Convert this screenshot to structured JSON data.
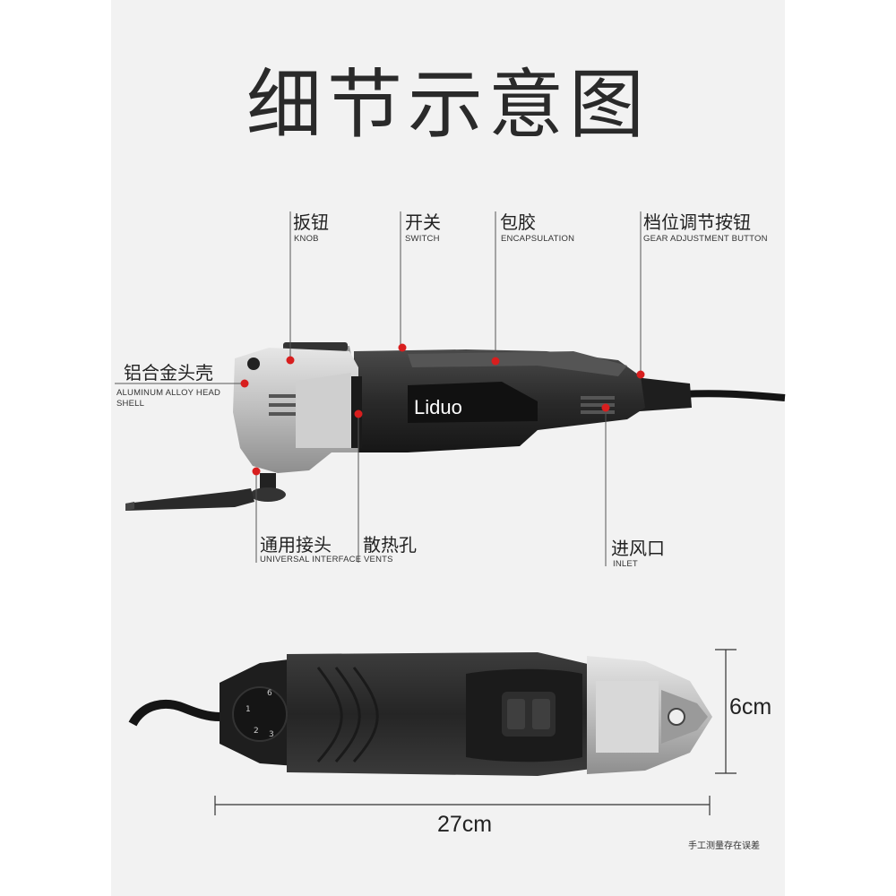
{
  "title": "细节示意图",
  "brand": "Liduo",
  "labels": {
    "knob": {
      "cn": "扳钮",
      "en": "KNOB"
    },
    "switch": {
      "cn": "开关",
      "en": "SWITCH"
    },
    "encapsulation": {
      "cn": "包胶",
      "en": "ENCAPSULATION"
    },
    "gear": {
      "cn": "档位调节按钮",
      "en": "GEAR ADJUSTMENT BUTTON"
    },
    "shell": {
      "cn": "铝合金头壳",
      "en_line1": "ALUMINUM ALLOY HEAD",
      "en_line2": "SHELL"
    },
    "interface": {
      "cn": "通用接头",
      "en": "UNIVERSAL INTERFACE"
    },
    "vents": {
      "cn": "散热孔",
      "en": "VENTS"
    },
    "inlet": {
      "cn": "进风口",
      "en": "INLET"
    }
  },
  "dial": {
    "top": "6",
    "left": "1",
    "bottom_left": "2",
    "bottom": "3"
  },
  "dimensions": {
    "height": "6cm",
    "length": "27cm"
  },
  "note": "手工测量存在误差",
  "colors": {
    "marker": "#d81e1e",
    "body": "#2b2b2b",
    "metal": "#b8b8b8",
    "background": "#f2f2f2"
  }
}
